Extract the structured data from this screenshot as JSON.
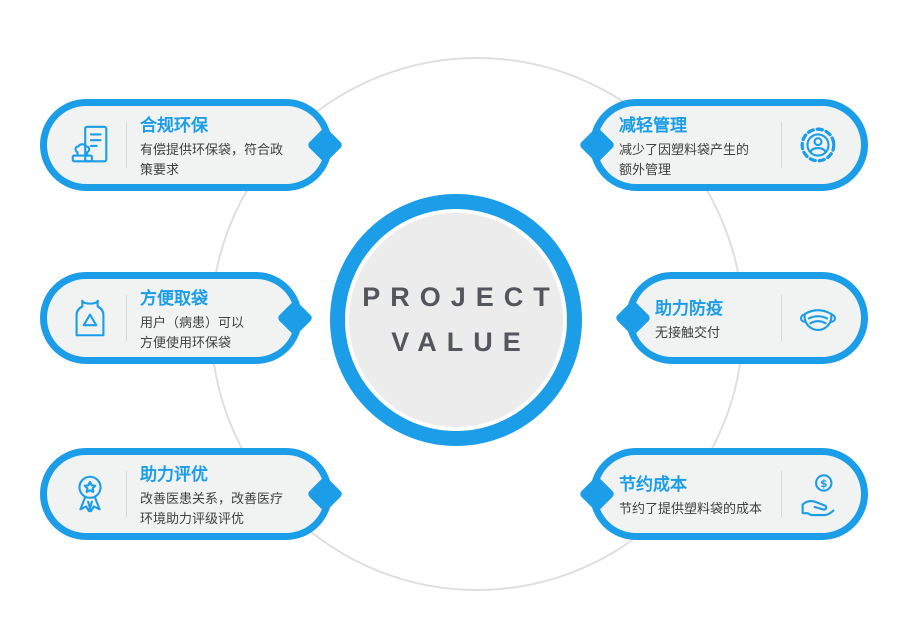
{
  "center": {
    "line1": "PROJECT",
    "line2": "VALUE"
  },
  "colors": {
    "accent": "#1B9DE8",
    "card_bg": "#F1F2F2",
    "desc_text": "#404040",
    "center_text": "#53565C",
    "ring_gray": "#DFDFDF"
  },
  "cards": {
    "left": [
      {
        "title": "合规环保",
        "desc": "有偿提供环保袋，符合政\n策要求",
        "icon": "stamp-document-icon"
      },
      {
        "title": "方便取袋",
        "desc": "用户（病患）可以\n方便使用环保袋",
        "icon": "recycle-bag-icon"
      },
      {
        "title": "助力评优",
        "desc": "改善医患关系，改善医疗\n环境助力评级评优",
        "icon": "award-medal-icon"
      }
    ],
    "right": [
      {
        "title": "减轻管理",
        "desc": "减少了因塑料袋产生的\n额外管理",
        "icon": "gear-person-icon"
      },
      {
        "title": "助力防疫",
        "desc": "无接触交付",
        "icon": "face-mask-icon"
      },
      {
        "title": "节约成本",
        "desc": "节约了提供塑料袋的成本",
        "icon": "hand-coin-icon"
      }
    ]
  }
}
